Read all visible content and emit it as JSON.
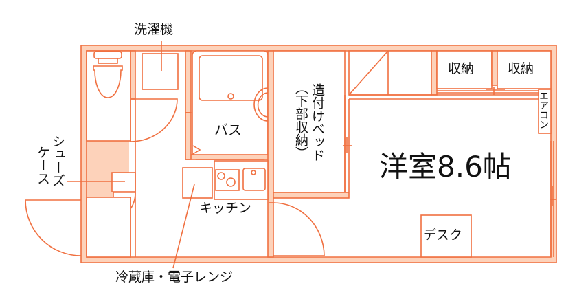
{
  "colors": {
    "line": "#F07040",
    "wall_fill": "#FDD2BA",
    "background": "#FFFFFF",
    "text": "#111111"
  },
  "labels": {
    "washing_machine": "洗濯機",
    "shoe_case": "シューズケース",
    "shoe_case_col1": "シューズ",
    "shoe_case_col2": "ケース",
    "bath": "バス",
    "built_in_bed": "造付けベッド",
    "under_storage": "（下部収納）",
    "storage_1": "収納",
    "storage_2": "収納",
    "aircon": "エアコン",
    "western_room": "洋室8.6帖",
    "kitchen": "キッチン",
    "desk": "デスク",
    "fridge_microwave": "冷蔵庫・電子レンジ"
  }
}
